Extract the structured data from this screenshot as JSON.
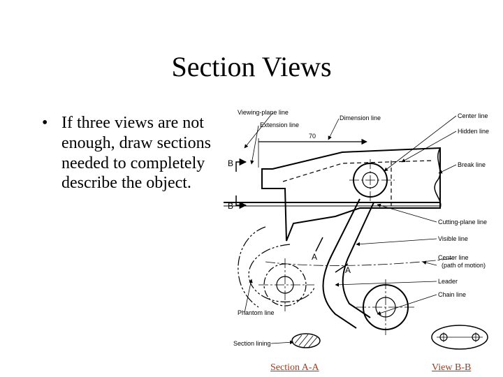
{
  "slide": {
    "title": "Section Views",
    "bullet_symbol": "•",
    "bullet_text": "If three views are not enough, draw sections needed to completely describe the object."
  },
  "drawing": {
    "labels": {
      "viewing_plane_line": "Viewing-plane line",
      "extension_line": "Extension line",
      "dimension_line": "Dimension line",
      "dimension_value": "70",
      "center_line": "Center line",
      "hidden_line": "Hidden line",
      "break_line": "Break line",
      "cutting_plane_line": "Cutting-plane line",
      "visible_line": "Visible line",
      "center_line_motion": "Center line",
      "path_of_motion": "(path of motion)",
      "leader": "Leader",
      "chain_line": "Chain line",
      "phantom_line": "Phantom line",
      "section_lining": "Section lining",
      "marker_b_top": "B",
      "marker_b_bottom": "B",
      "marker_a_left": "A",
      "marker_a_right": "A"
    }
  },
  "links": {
    "section_a": "Section A-A",
    "view_b": "View B-B"
  }
}
